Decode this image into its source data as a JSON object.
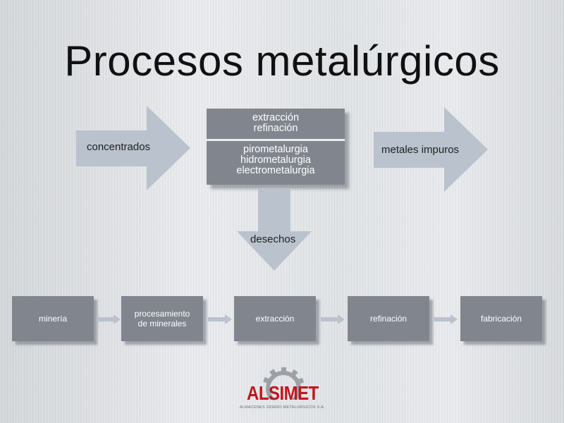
{
  "title": "Procesos metalúrgicos",
  "input_arrow": {
    "label": "concentrados"
  },
  "process_box": {
    "top_lines": [
      "extracción",
      "refinación"
    ],
    "bottom_lines": [
      "pirometalurgia",
      "hidrometalurgia",
      "electrometalurgia"
    ]
  },
  "output_arrow": {
    "label": "metales impuros"
  },
  "waste_arrow": {
    "label": "desechos"
  },
  "flow_steps": [
    {
      "label": "minería"
    },
    {
      "label_lines": [
        "procesamiento",
        "de minerales"
      ]
    },
    {
      "label": "extracción"
    },
    {
      "label": "refinación"
    },
    {
      "label": "fabricación"
    }
  ],
  "logo": {
    "name": "ALSIMET",
    "subtitle": "ALMACENES SIDERO-METALURGICOS S.A.",
    "brand_color": "#c0171e"
  },
  "colors": {
    "box_fill": "#80858e",
    "arrow_fill": "#b9c2cd",
    "title_text": "#111111"
  }
}
